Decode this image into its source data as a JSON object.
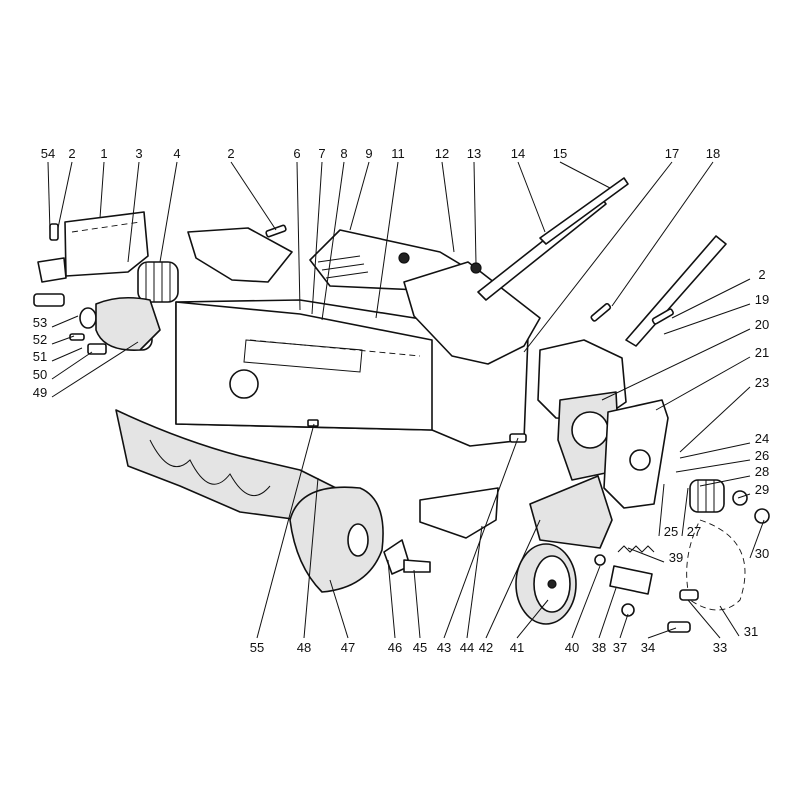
{
  "diagram": {
    "type": "exploded parts diagram",
    "callouts_top": [
      "54",
      "2",
      "1",
      "3",
      "4",
      "2",
      "6",
      "7",
      "8",
      "9",
      "11",
      "12",
      "13",
      "14",
      "15",
      "17",
      "18"
    ],
    "callouts_left": [
      "53",
      "52",
      "51",
      "50",
      "49"
    ],
    "callouts_right": [
      "2",
      "19",
      "20",
      "21",
      "23",
      "24",
      "26",
      "28",
      "29",
      "30",
      "25",
      "27",
      "39",
      "31"
    ],
    "callouts_bottom": [
      "55",
      "48",
      "47",
      "46",
      "45",
      "43",
      "42",
      "44",
      "41",
      "40",
      "38",
      "37",
      "34",
      "33"
    ]
  }
}
